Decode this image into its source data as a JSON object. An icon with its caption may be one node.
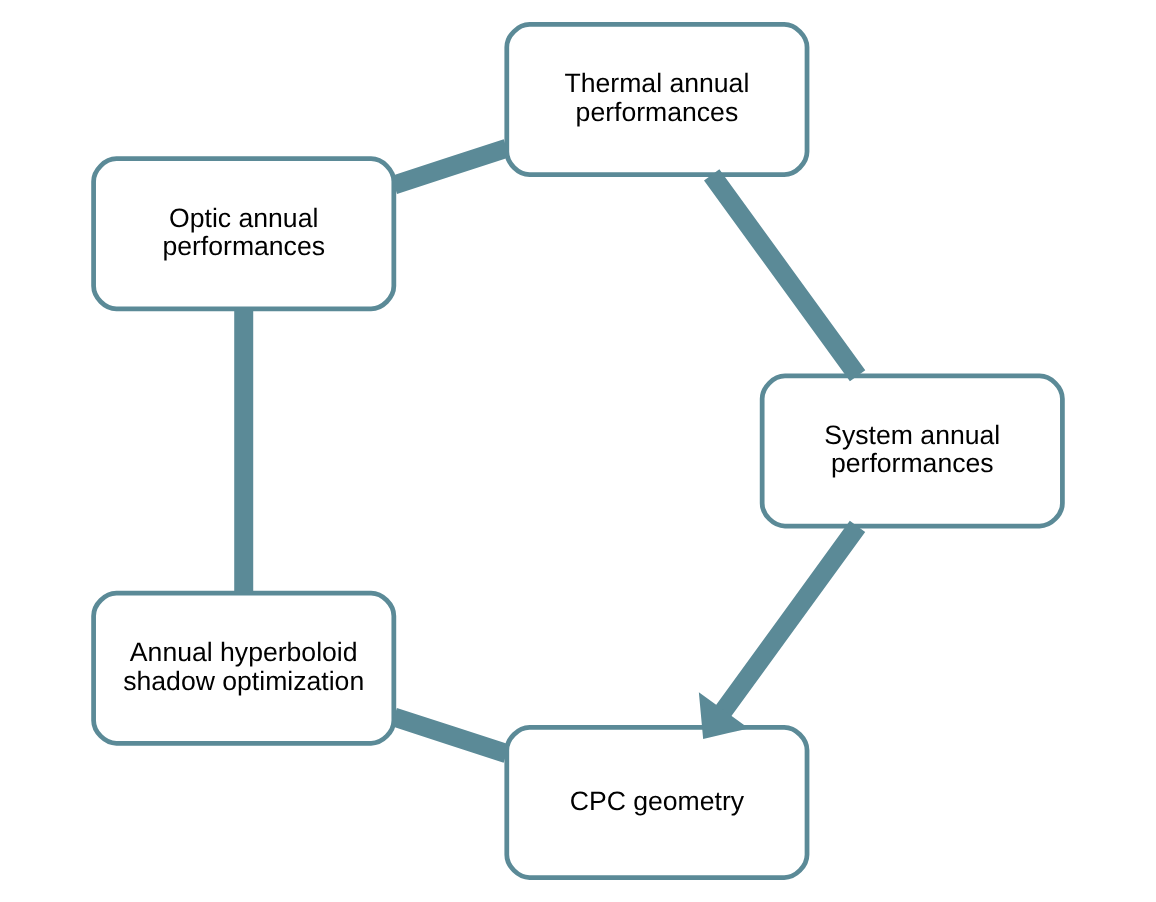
{
  "diagram": {
    "nodes": [
      {
        "text": [
          "CPC geometry"
        ]
      },
      {
        "text": [
          "Annual hyperboloid shadow optimization"
        ]
      },
      {
        "text": [
          "Optic annual performances"
        ]
      },
      {
        "text": [
          "Thermal annual performances"
        ]
      },
      {
        "text": [
          "System annual performances"
        ]
      }
    ],
    "edges": [
      {
        "from": 0,
        "to": 1,
        "arrow": "none"
      },
      {
        "from": 1,
        "to": 2,
        "arrow": "none"
      },
      {
        "from": 2,
        "to": 3,
        "arrow": "none"
      },
      {
        "from": 3,
        "to": 4,
        "arrow": "none"
      },
      {
        "from": 4,
        "to": 0,
        "arrow": "to"
      }
    ]
  }
}
